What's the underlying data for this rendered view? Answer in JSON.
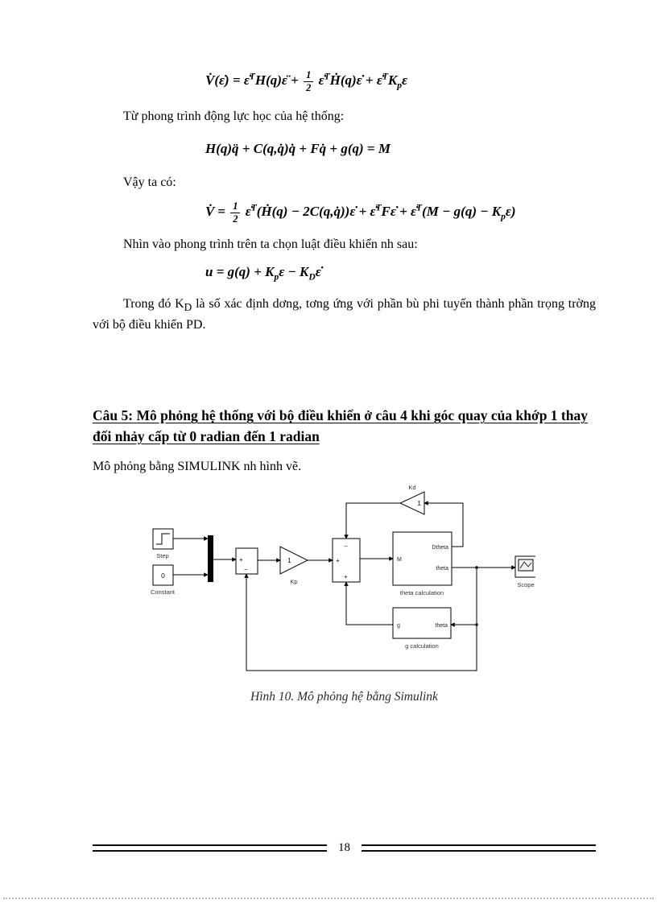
{
  "page": {
    "number": "18"
  },
  "body": {
    "paragraphs": {
      "p1": "Từ phong  trình động lực học của hệ thống:",
      "p2": "Vậy ta có:",
      "p3": "Nhìn vào phong  trình trên ta chọn luật điều khiển nh  sau:",
      "p4_before_sub": "Trong đó K",
      "p4_sub": "D",
      "p4_after_sub": " là số xác định dơng,  tơng  ứng với phần bù phi tuyến thành phần trọng trờng  với bộ điều khiển PD.",
      "p5": "Mô phỏng bằng SIMULINK nh  hình vẽ."
    },
    "heading": "Câu 5: Mô phỏng hệ thống với bộ điều khiển ở câu 4 khi góc quay của khớp 1 thay đổi nhảy cấp từ 0 radian đến 1 radian",
    "figure_caption": "Hình 10. Mô phỏng hệ bằng Simulink"
  },
  "equations": {
    "eq1": [
      {
        "t": "txt",
        "v": "V̇(ε̇) = ε̇"
      },
      {
        "t": "sup",
        "v": "T"
      },
      {
        "t": "txt",
        "v": "H(q)ε̈ + "
      },
      {
        "t": "frac",
        "n": "1",
        "d": "2"
      },
      {
        "t": "txt",
        "v": " ε̇"
      },
      {
        "t": "sup",
        "v": "T"
      },
      {
        "t": "txt",
        "v": "Ḣ(q)ε̇ + ε̇"
      },
      {
        "t": "sup",
        "v": "T"
      },
      {
        "t": "txt",
        "v": "K"
      },
      {
        "t": "sub",
        "v": "p"
      },
      {
        "t": "txt",
        "v": "ε"
      }
    ],
    "eq2": [
      {
        "t": "txt",
        "v": "H(q)q̈ + C(q,q̇)q̇ + Fq̇ + g(q) = M"
      }
    ],
    "eq3": [
      {
        "t": "txt",
        "v": "V̇ = "
      },
      {
        "t": "frac",
        "n": "1",
        "d": "2"
      },
      {
        "t": "txt",
        "v": " ε̇"
      },
      {
        "t": "sup",
        "v": "T"
      },
      {
        "t": "txt",
        "v": "(Ḣ(q) − 2C(q,q̇))ε̇ + ε̇"
      },
      {
        "t": "sup",
        "v": "T"
      },
      {
        "t": "txt",
        "v": "Fε̇ + ε̇"
      },
      {
        "t": "sup",
        "v": "T"
      },
      {
        "t": "txt",
        "v": "(M − g(q) − K"
      },
      {
        "t": "sub",
        "v": "p"
      },
      {
        "t": "txt",
        "v": "ε)"
      }
    ],
    "eq4": [
      {
        "t": "txt",
        "v": "u = g(q) + K"
      },
      {
        "t": "sub",
        "v": "p"
      },
      {
        "t": "txt",
        "v": "ε − K"
      },
      {
        "t": "sub",
        "v": "D"
      },
      {
        "t": "txt",
        "v": "ε̇"
      }
    ]
  },
  "diagram": {
    "step_label": "Step",
    "constant_value": "0",
    "constant_label": "Constant",
    "sum1_sign_left": "+",
    "sum1_sign_bottom": "−",
    "kp_value": "1",
    "kp_label": "Kp",
    "sum2_sign_left": "+",
    "sum2_sign_top": "−",
    "sum2_sign_bottom": "+",
    "kd_value": "1",
    "kd_label": "Kd",
    "theta_block": {
      "port_in": "M",
      "port_out1": "Dtheta",
      "port_out2": "theta",
      "label": "theta calculation"
    },
    "g_block": {
      "port_out": "g",
      "port_in": "theta",
      "label": "g calculation"
    },
    "scope_label": "Scope"
  }
}
